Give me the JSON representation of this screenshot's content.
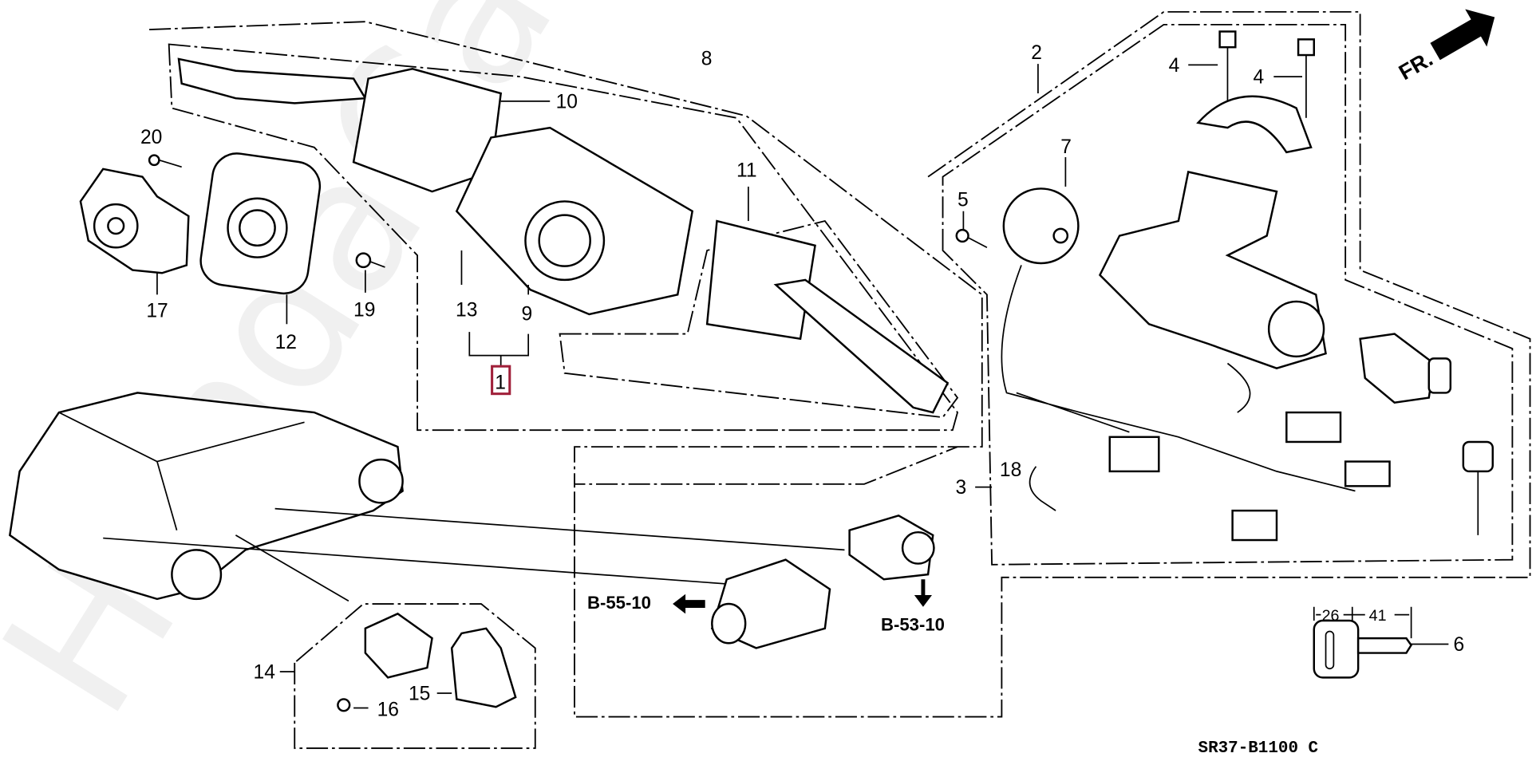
{
  "diagram": {
    "watermark": "HondaCarWine.ru",
    "front_arrow_label": "FR.",
    "drawing_code": "SR37-B1100 C",
    "callouts": {
      "p1": "1",
      "p2": "2",
      "p3": "3",
      "p4a": "4",
      "p4b": "4",
      "p5": "5",
      "p6": "6",
      "p7": "7",
      "p8": "8",
      "p9": "9",
      "p10": "10",
      "p11": "11",
      "p12": "12",
      "p13": "13",
      "p14": "14",
      "p15": "15",
      "p16": "16",
      "p17": "17",
      "p18": "18",
      "p19": "19",
      "p20": "20"
    },
    "references": {
      "b55": "B-55-10",
      "b53": "B-53-10"
    },
    "key_dimensions": {
      "head": "26",
      "blade": "41"
    },
    "highlight_color": "#a0203a"
  }
}
